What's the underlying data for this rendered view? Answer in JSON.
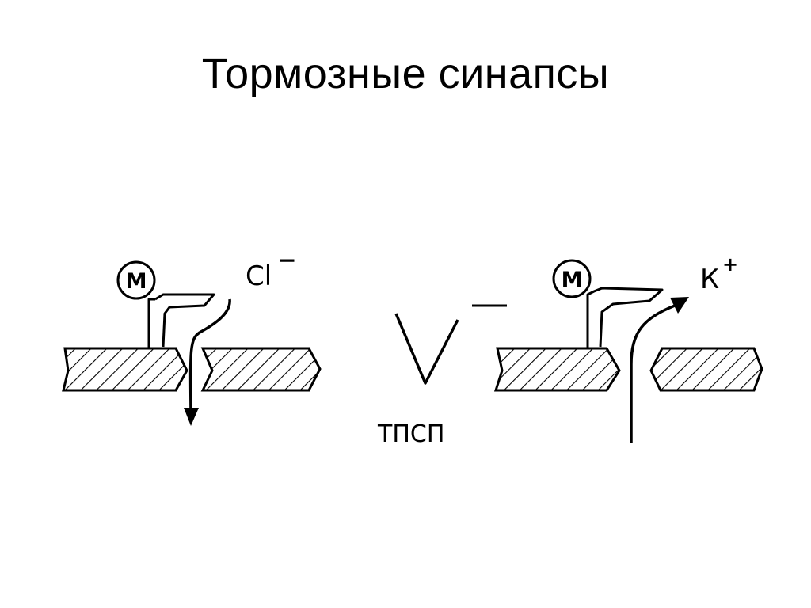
{
  "title": "Тормозные синапсы",
  "left_synapse": {
    "ion": "Cl",
    "ion_charge": "−",
    "mediator": "М"
  },
  "right_synapse": {
    "ion": "К",
    "ion_charge": "+",
    "mediator": "М"
  },
  "potential_label": "ТПСП",
  "potential_sign": "−"
}
